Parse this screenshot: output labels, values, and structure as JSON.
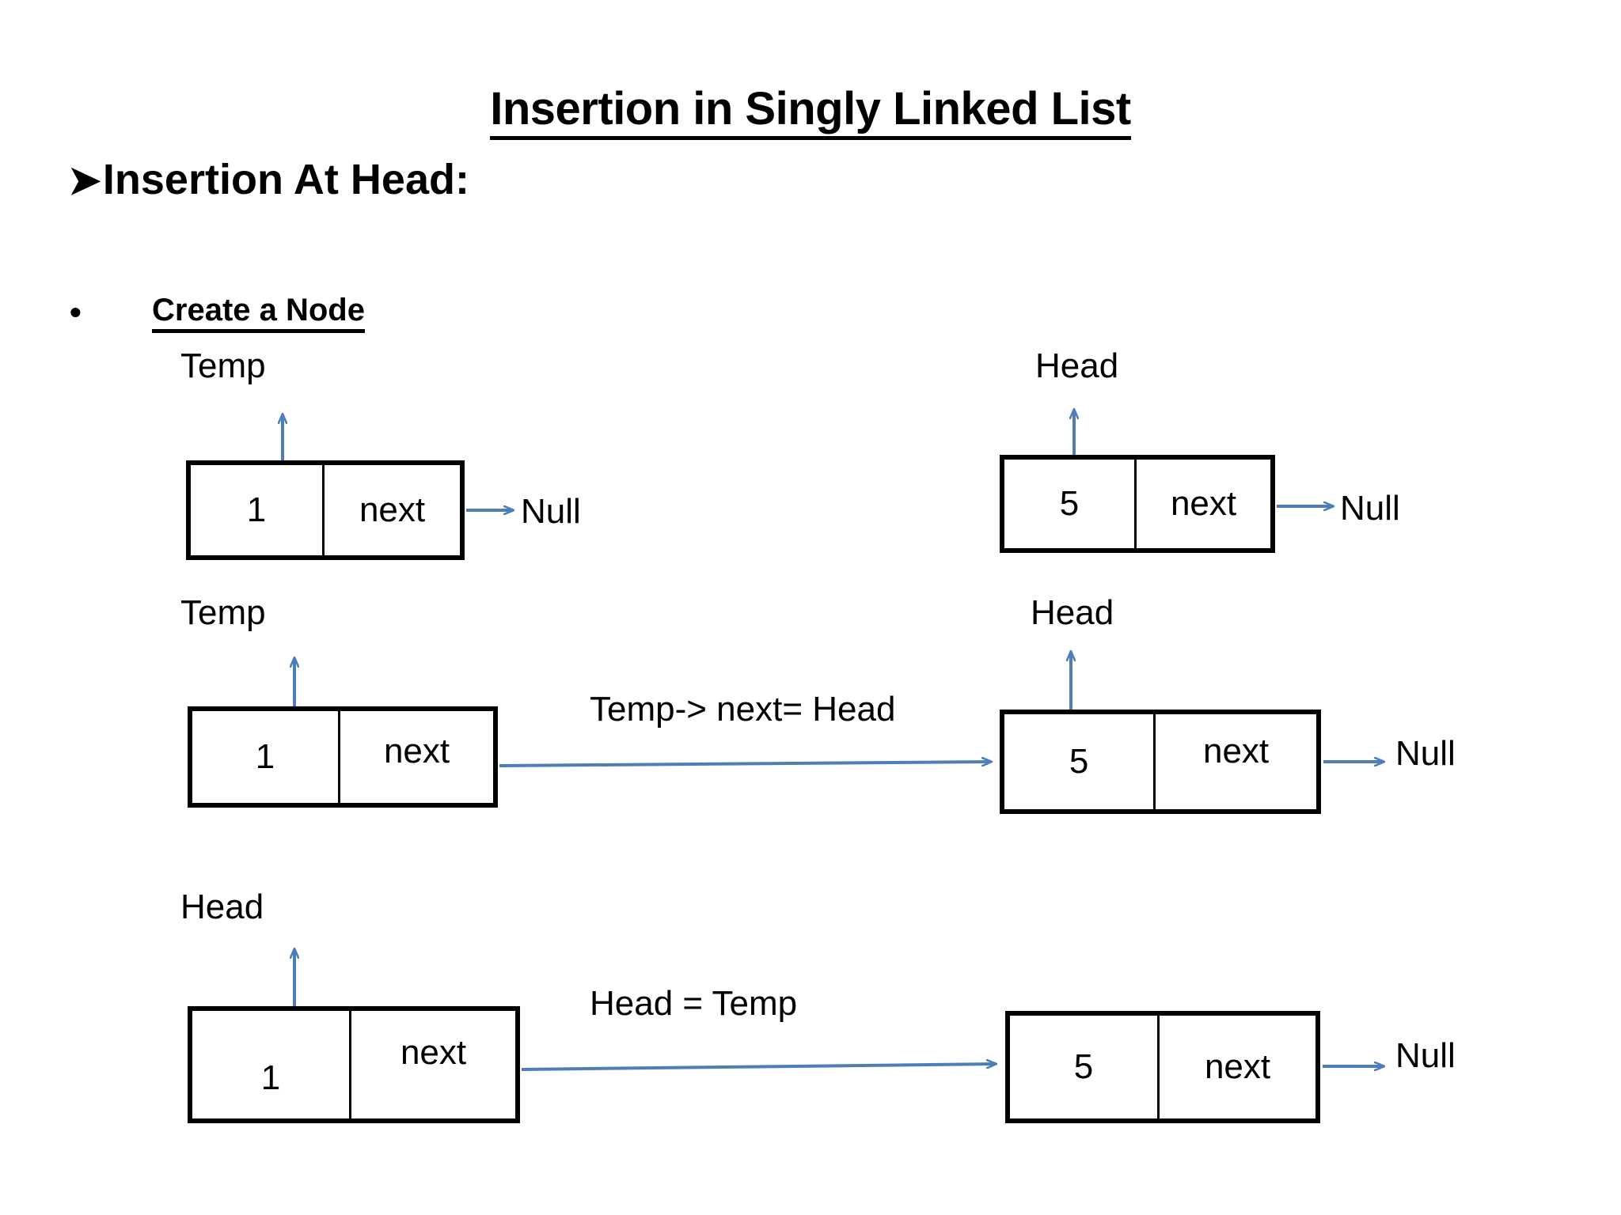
{
  "slide": {
    "title": "Insertion in Singly Linked List",
    "subheading": "Insertion At Head:",
    "arrow_bullet_glyph": "➤",
    "round_bullet_glyph": "•",
    "step_label": "Create a Node",
    "accent_color": "#4E7EB8",
    "line_color": "#000000",
    "background_color": "#FFFFFF"
  },
  "rows": [
    {
      "id": "row-create-node",
      "left": {
        "pointer_label": "Temp",
        "data": "1",
        "next": "next",
        "terminator": "Null"
      },
      "right": {
        "pointer_label": "Head",
        "data": "5",
        "next": "next",
        "terminator": "Null"
      },
      "connector_label": ""
    },
    {
      "id": "row-temp-next-head",
      "left": {
        "pointer_label": "Temp",
        "data": "1",
        "next": "next",
        "terminator": ""
      },
      "right": {
        "pointer_label": "Head",
        "data": "5",
        "next": "next",
        "terminator": "Null"
      },
      "connector_label": "Temp-> next= Head"
    },
    {
      "id": "row-head-equals-temp",
      "left": {
        "pointer_label": "Head",
        "data": "1",
        "next": "next",
        "terminator": ""
      },
      "right": {
        "pointer_label": "",
        "data": "5",
        "next": "next",
        "terminator": "Null"
      },
      "connector_label": "Head = Temp"
    }
  ]
}
